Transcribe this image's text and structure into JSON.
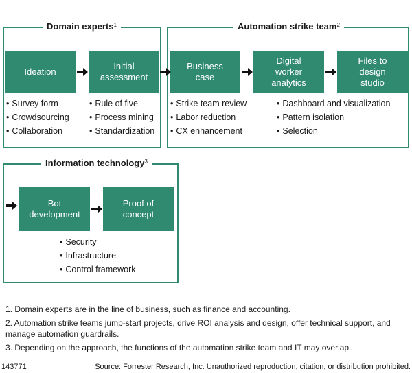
{
  "groups": [
    {
      "title": "Domain experts",
      "sup": "1"
    },
    {
      "title": "Automation strike team",
      "sup": "2"
    },
    {
      "title": "Information technology",
      "sup": "3"
    }
  ],
  "boxes": {
    "ideation": "Ideation",
    "initial_assessment": "Initial\nassessment",
    "business_case": "Business\ncase",
    "digital_worker_analytics": "Digital\nworker\nanalytics",
    "files_to_design_studio": "Files to\ndesign\nstudio",
    "bot_development": "Bot\ndevelopment",
    "proof_of_concept": "Proof of\nconcept"
  },
  "bullets": {
    "ideation": [
      "Survey form",
      "Crowdsourcing",
      "Collaboration"
    ],
    "initial_assessment": [
      "Rule of five",
      "Process mining",
      "Standardization"
    ],
    "business_case": [
      "Strike team review",
      "Labor reduction",
      "CX enhancement"
    ],
    "digital_worker_analytics": [
      "Dashboard and visualization",
      "Pattern isolation",
      "Selection"
    ],
    "it": [
      "Security",
      "Infrastructure",
      "Control framework"
    ]
  },
  "notes": [
    "1. Domain experts are in the line of business, such as finance and accounting.",
    "2. Automation strike teams jump-start projects, drive ROI analysis and design, offer technical support, and manage automation guardrails.",
    "3. Depending on the approach, the functions of the automation strike team and IT may overlap."
  ],
  "footer": {
    "id": "143771",
    "source": "Source: Forrester Research, Inc. Unauthorized reproduction, citation, or distribution prohibited."
  },
  "colors": {
    "accent": "#2f8a70",
    "text": "#1a1a1a"
  },
  "icons": [
    "arrow-right-icon"
  ]
}
